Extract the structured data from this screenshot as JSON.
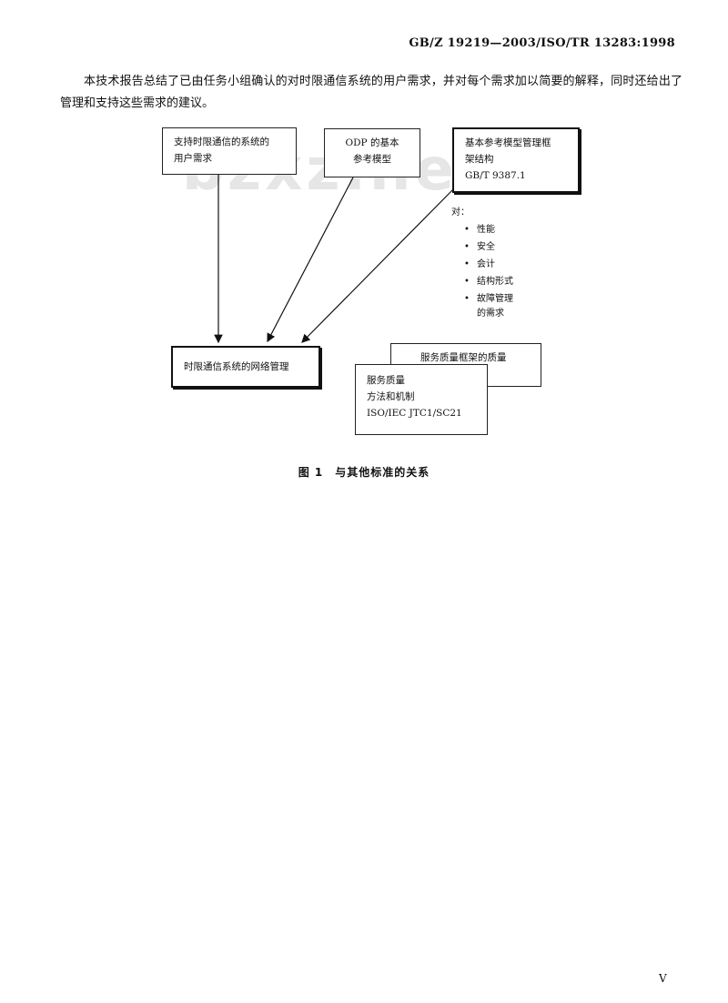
{
  "header": {
    "code": "GB/Z 19219—2003/ISO/TR 13283:1998"
  },
  "body": {
    "paragraph": "本技术报告总结了已由任务小组确认的对时限通信系统的用户需求，并对每个需求加以简要的解释，同时还给出了管理和支持这些需求的建议。"
  },
  "watermark": "bzxz.net",
  "figure": {
    "boxes": {
      "user_req": {
        "lines": [
          "支持时限通信的系统的",
          "用户需求"
        ]
      },
      "odp": {
        "lines": [
          "ODP 的基本",
          "参考模型"
        ]
      },
      "basic_ref": {
        "lines": [
          "基本参考模型管理框",
          "架结构",
          "GB/T 9387.1"
        ]
      },
      "net_mgmt": {
        "lines": [
          "时限通信系统的网络管理"
        ]
      },
      "qos_framework": {
        "lines": [
          "服务质量框架的质量"
        ]
      },
      "qos_method": {
        "lines": [
          "服务质量",
          "方法和机制",
          "ISO/IEC JTC1/SC21"
        ]
      }
    },
    "requirements": {
      "lead": "对：",
      "bullet": "•",
      "items": [
        "性能",
        "安全",
        "会计",
        "结构形式",
        "故障管理"
      ],
      "continuation": "的需求"
    },
    "caption": "图 1　与其他标准的关系"
  },
  "footer": {
    "page_number": "V"
  }
}
